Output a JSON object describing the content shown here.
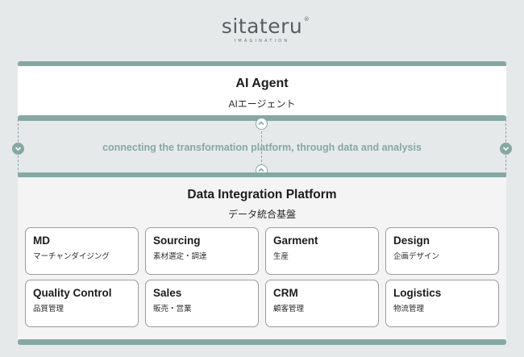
{
  "logo": {
    "name": "sitateru",
    "mark": "®",
    "tagline": "IMAGINATION"
  },
  "agent": {
    "title": "AI Agent",
    "subtitle": "AIエージェント"
  },
  "connector": {
    "text": "connecting the transformation platform, through data and analysis"
  },
  "platform": {
    "title": "Data Integration Platform",
    "subtitle": "データ統合基盤",
    "modules": [
      {
        "title": "MD",
        "subtitle": "マーチャンダイジング"
      },
      {
        "title": "Sourcing",
        "subtitle": "素材選定・調達"
      },
      {
        "title": "Garment",
        "subtitle": "生産"
      },
      {
        "title": "Design",
        "subtitle": "企画デザイン"
      },
      {
        "title": "Quality Control",
        "subtitle": "品質管理"
      },
      {
        "title": "Sales",
        "subtitle": "販売・営業"
      },
      {
        "title": "CRM",
        "subtitle": "顧客管理"
      },
      {
        "title": "Logistics",
        "subtitle": "物流管理"
      }
    ]
  },
  "colors": {
    "accent": "#86a8a3",
    "background": "#e6e9ea",
    "card_border": "#9c9c9c"
  },
  "icons": [
    "chevron-up-icon",
    "chevron-down-icon"
  ]
}
